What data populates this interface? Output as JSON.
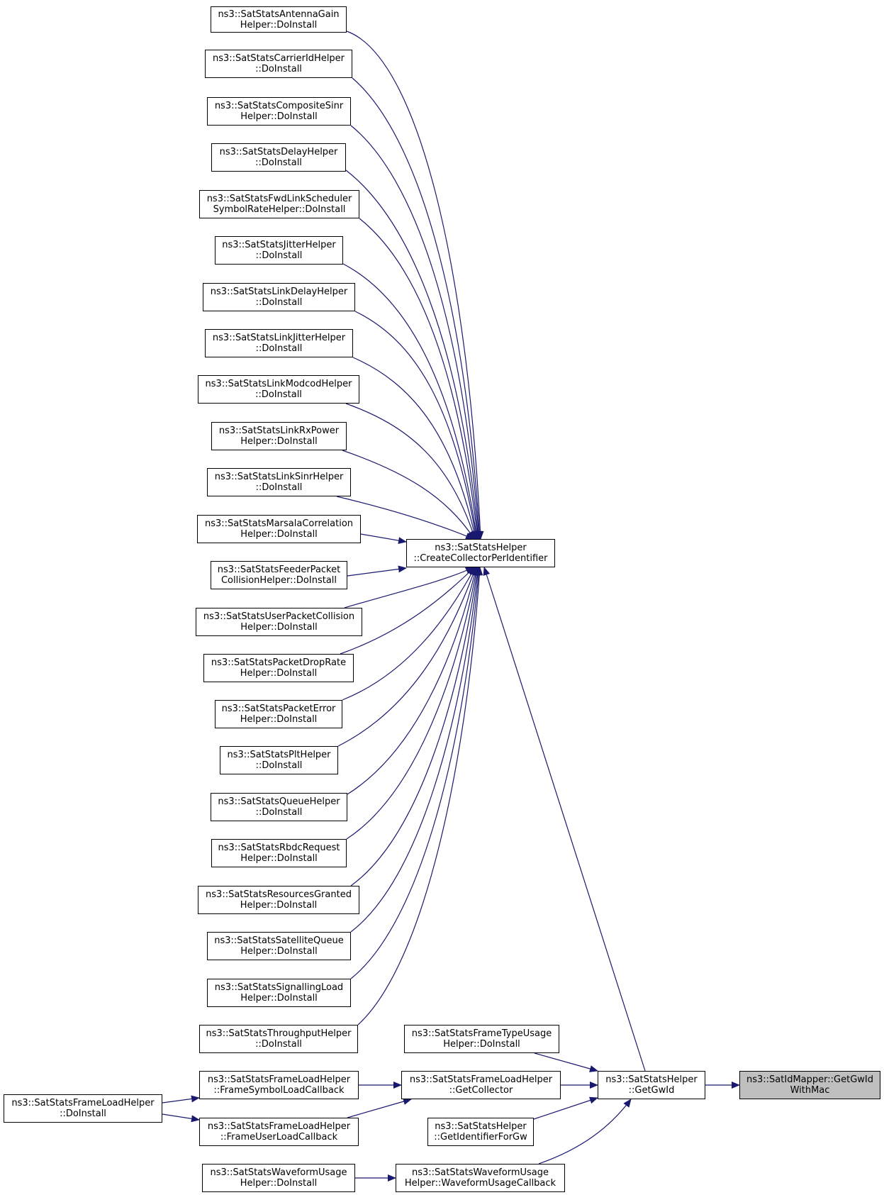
{
  "colors": {
    "edge": "#191970",
    "node_border": "#000000",
    "node_fill": "#ffffff",
    "focus_fill": "#bfbfbf"
  },
  "nodes": [
    {
      "id": "antenna",
      "lines": [
        "ns3::SatStatsAntennaGain",
        "Helper::DoInstall"
      ]
    },
    {
      "id": "carrier",
      "lines": [
        "ns3::SatStatsCarrierIdHelper",
        "::DoInstall"
      ]
    },
    {
      "id": "composite",
      "lines": [
        "ns3::SatStatsCompositeSinr",
        "Helper::DoInstall"
      ]
    },
    {
      "id": "delay",
      "lines": [
        "ns3::SatStatsDelayHelper",
        "::DoInstall"
      ]
    },
    {
      "id": "fwdlink",
      "lines": [
        "ns3::SatStatsFwdLinkScheduler",
        "SymbolRateHelper::DoInstall"
      ]
    },
    {
      "id": "jitter",
      "lines": [
        "ns3::SatStatsJitterHelper",
        "::DoInstall"
      ]
    },
    {
      "id": "linkdelay",
      "lines": [
        "ns3::SatStatsLinkDelayHelper",
        "::DoInstall"
      ]
    },
    {
      "id": "linkjitter",
      "lines": [
        "ns3::SatStatsLinkJitterHelper",
        "::DoInstall"
      ]
    },
    {
      "id": "linkmodcod",
      "lines": [
        "ns3::SatStatsLinkModcodHelper",
        "::DoInstall"
      ]
    },
    {
      "id": "linkrx",
      "lines": [
        "ns3::SatStatsLinkRxPower",
        "Helper::DoInstall"
      ]
    },
    {
      "id": "linksinr",
      "lines": [
        "ns3::SatStatsLinkSinrHelper",
        "::DoInstall"
      ]
    },
    {
      "id": "marsala",
      "lines": [
        "ns3::SatStatsMarsalaCorrelation",
        "Helper::DoInstall"
      ]
    },
    {
      "id": "feeder",
      "lines": [
        "ns3::SatStatsFeederPacket",
        "CollisionHelper::DoInstall"
      ]
    },
    {
      "id": "userpkt",
      "lines": [
        "ns3::SatStatsUserPacketCollision",
        "Helper::DoInstall"
      ]
    },
    {
      "id": "pktdrop",
      "lines": [
        "ns3::SatStatsPacketDropRate",
        "Helper::DoInstall"
      ]
    },
    {
      "id": "pkterr",
      "lines": [
        "ns3::SatStatsPacketError",
        "Helper::DoInstall"
      ]
    },
    {
      "id": "plt",
      "lines": [
        "ns3::SatStatsPltHelper",
        "::DoInstall"
      ]
    },
    {
      "id": "queue",
      "lines": [
        "ns3::SatStatsQueueHelper",
        "::DoInstall"
      ]
    },
    {
      "id": "rbdc",
      "lines": [
        "ns3::SatStatsRbdcRequest",
        "Helper::DoInstall"
      ]
    },
    {
      "id": "resgrant",
      "lines": [
        "ns3::SatStatsResourcesGranted",
        "Helper::DoInstall"
      ]
    },
    {
      "id": "satqueue",
      "lines": [
        "ns3::SatStatsSatelliteQueue",
        "Helper::DoInstall"
      ]
    },
    {
      "id": "sigload",
      "lines": [
        "ns3::SatStatsSignallingLoad",
        "Helper::DoInstall"
      ]
    },
    {
      "id": "throughput",
      "lines": [
        "ns3::SatStatsThroughputHelper",
        "::DoInstall"
      ]
    },
    {
      "id": "ccpi",
      "lines": [
        "ns3::SatStatsHelper",
        "::CreateCollectorPerIdentifier"
      ]
    },
    {
      "id": "frametype",
      "lines": [
        "ns3::SatStatsFrameTypeUsage",
        "Helper::DoInstall"
      ]
    },
    {
      "id": "flsym",
      "lines": [
        "ns3::SatStatsFrameLoadHelper",
        "::FrameSymbolLoadCallback"
      ]
    },
    {
      "id": "flgetcol",
      "lines": [
        "ns3::SatStatsFrameLoadHelper",
        "::GetCollector"
      ]
    },
    {
      "id": "fldoinst",
      "lines": [
        "ns3::SatStatsFrameLoadHelper",
        "::DoInstall"
      ]
    },
    {
      "id": "fluser",
      "lines": [
        "ns3::SatStatsFrameLoadHelper",
        "::FrameUserLoadCallback"
      ]
    },
    {
      "id": "getidgw",
      "lines": [
        "ns3::SatStatsHelper",
        "::GetIdentifierForGw"
      ]
    },
    {
      "id": "getgwid",
      "lines": [
        "ns3::SatStatsHelper",
        "::GetGwId"
      ]
    },
    {
      "id": "focus",
      "lines": [
        "ns3::SatIdMapper::GetGwId",
        "WithMac"
      ]
    },
    {
      "id": "wfdoinst",
      "lines": [
        "ns3::SatStatsWaveformUsage",
        "Helper::DoInstall"
      ]
    },
    {
      "id": "wfcb",
      "lines": [
        "ns3::SatStatsWaveformUsage",
        "Helper::WaveformUsageCallback"
      ]
    }
  ]
}
